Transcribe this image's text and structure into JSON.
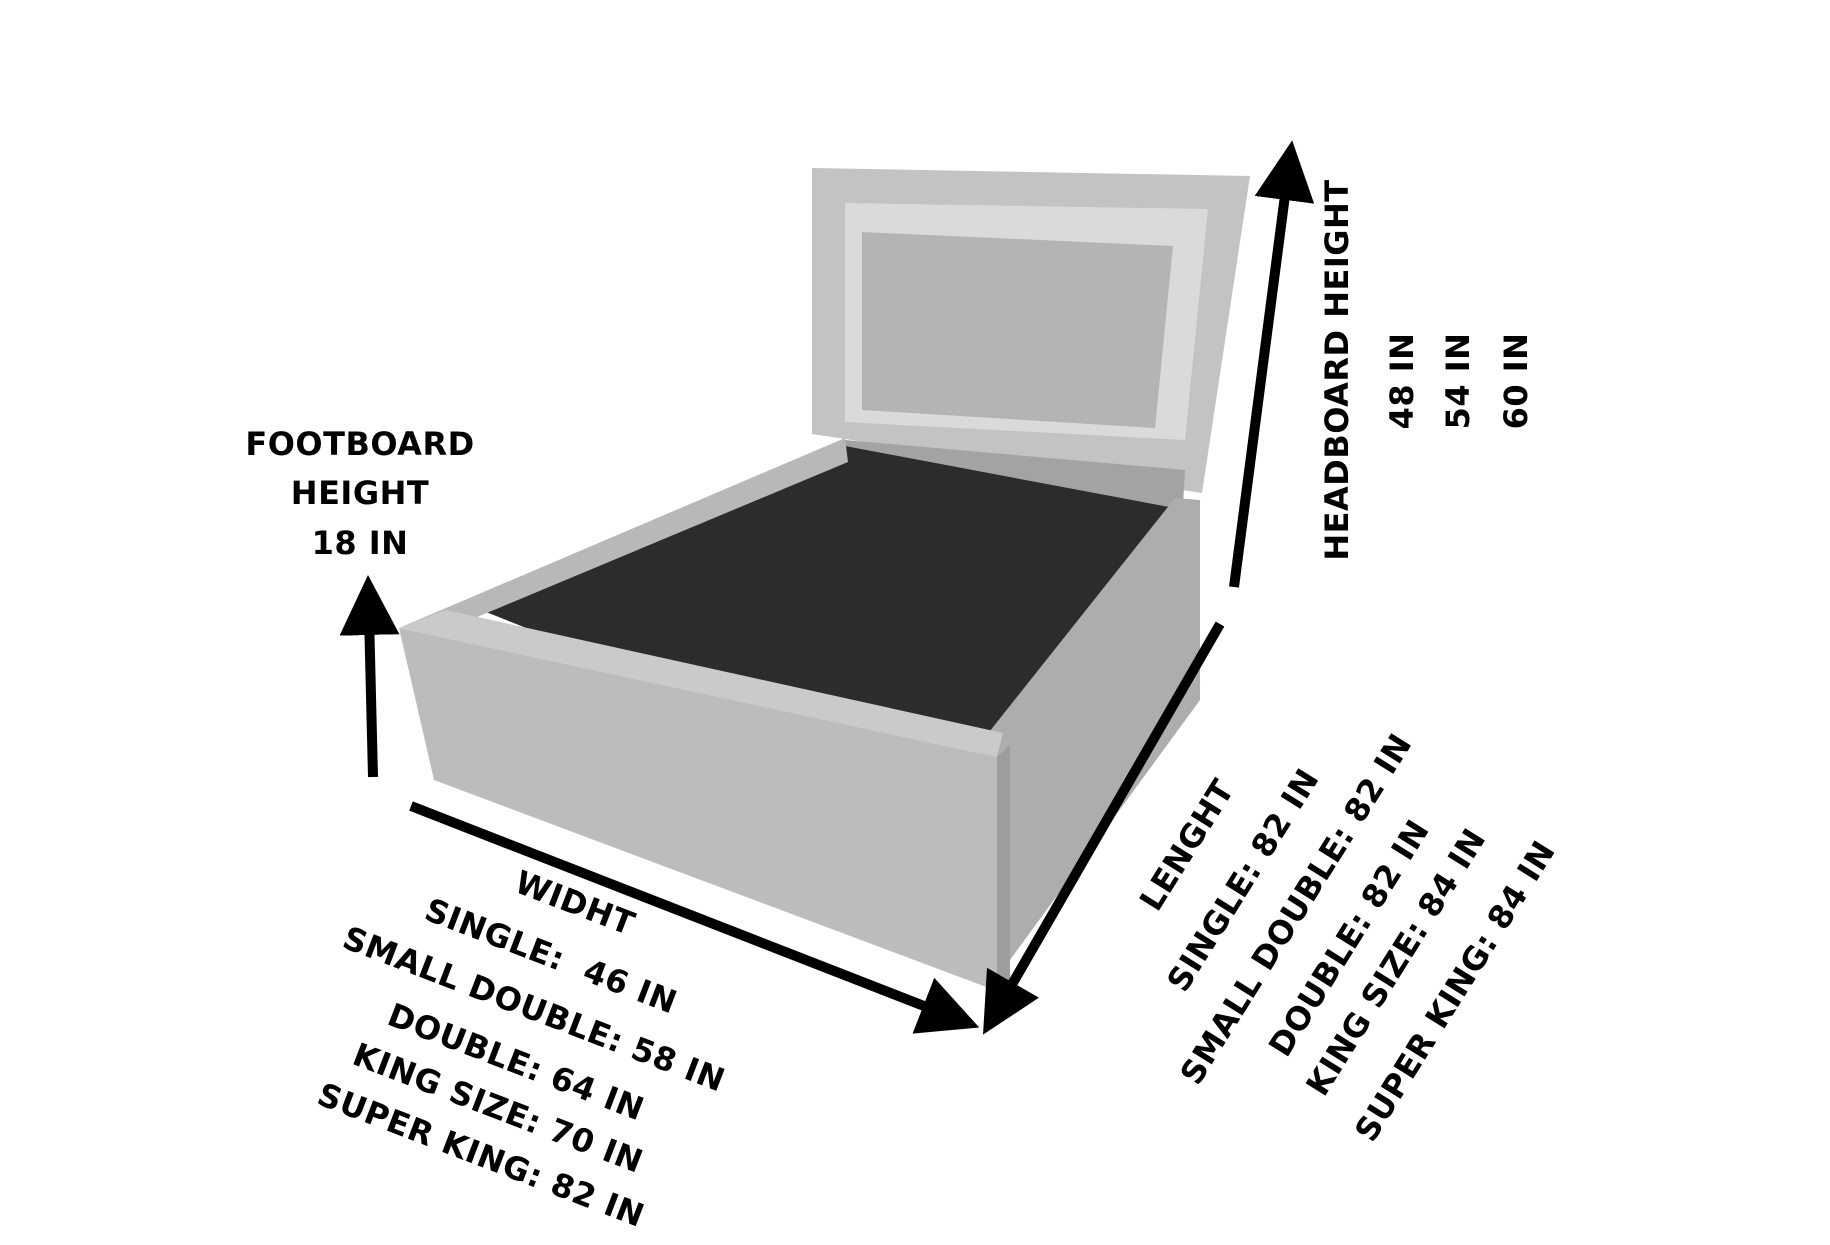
{
  "footboard": {
    "title_line1": "FOOTBOARD",
    "title_line2": "HEIGHT",
    "value": "18 IN"
  },
  "headboard": {
    "title": "HEADBOARD HEIGHT",
    "values": [
      "48 IN",
      "54 IN",
      "60 IN"
    ]
  },
  "width": {
    "title": "WIDHT",
    "lines": [
      "SINGLE:  46 IN",
      "SMALL DOUBLE: 58 IN",
      "DOUBLE: 64 IN",
      "KING SIZE: 70 IN",
      "SUPER KING: 82 IN"
    ]
  },
  "length": {
    "title": "LENGHT",
    "lines": [
      "SINGLE: 82 IN",
      "SMALL DOUBLE: 82 IN",
      "DOUBLE: 82 IN",
      "KING SIZE: 84 IN",
      "SUPER KING: 84 IN"
    ]
  },
  "colors": {
    "fabric": "#bdbcbb",
    "fabric_dark": "#a9a8a7",
    "interior": "#2b2c2d",
    "mirror": "#d8dadc",
    "arrow": "#000000"
  }
}
